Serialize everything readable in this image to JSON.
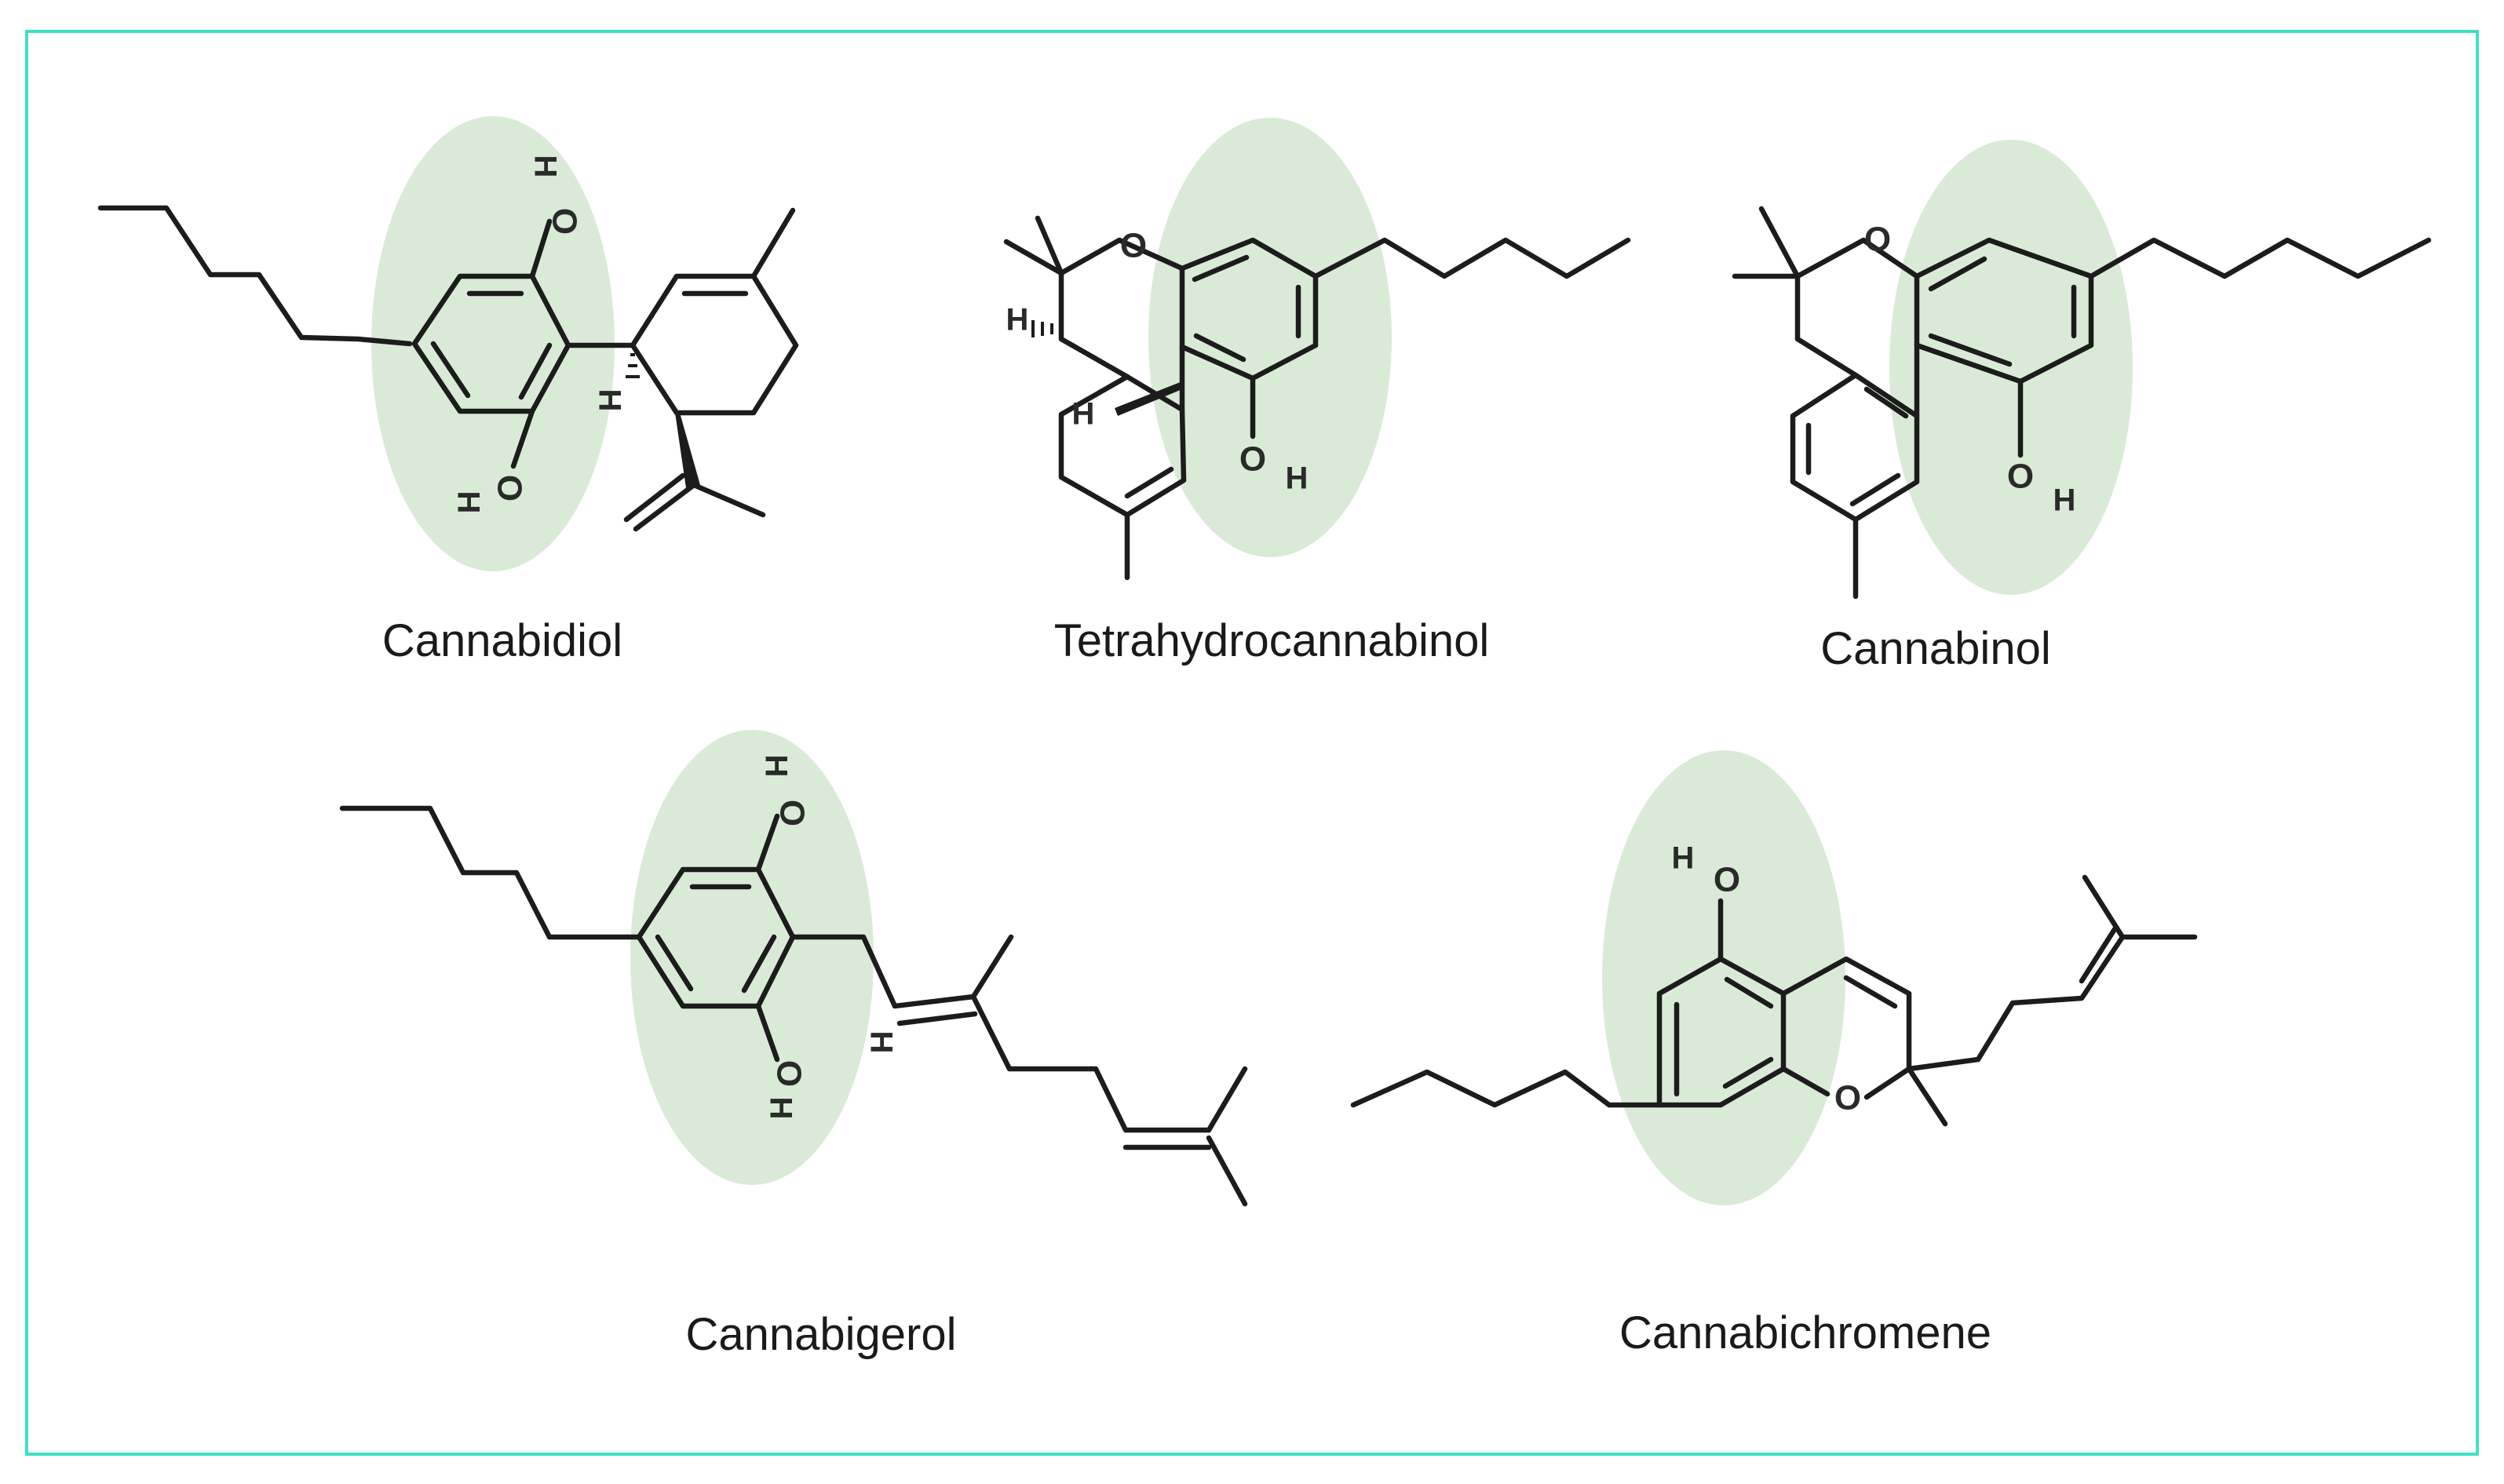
{
  "colors": {
    "border": "#3fe0c4",
    "highlight": "#d9ebd6",
    "bond": "#1c1c1c",
    "label": "#1a1a1a"
  },
  "atoms": {
    "O": "O",
    "H": "H"
  },
  "molecules": [
    {
      "name": "Cannabidiol"
    },
    {
      "name": "Tetrahydrocannabinol"
    },
    {
      "name": "Cannabinol"
    },
    {
      "name": "Cannabigerol"
    },
    {
      "name": "Cannabichromene"
    }
  ]
}
